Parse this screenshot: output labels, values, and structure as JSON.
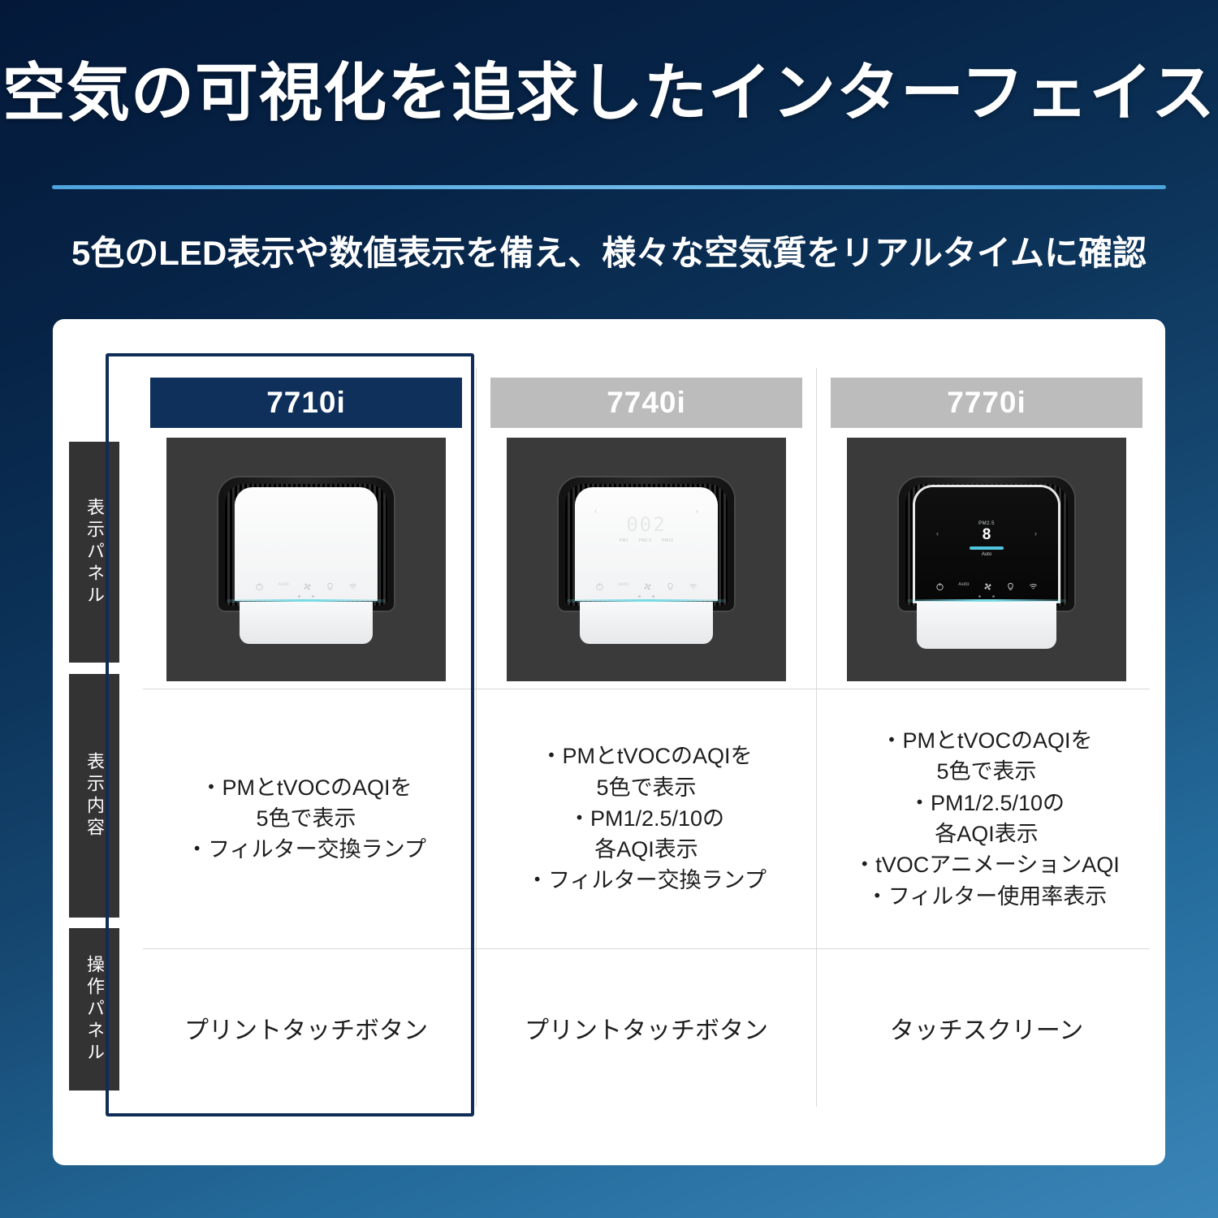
{
  "header": {
    "title": "空気の可視化を追求したインターフェイス",
    "subtitle": "5色のLED表示や数値表示を備え、様々な空気質をリアルタイムに確認"
  },
  "colors": {
    "background_top": "#04193a",
    "background_bottom": "#3a85b8",
    "accent_rule": "#4ea3dd",
    "highlight_navy": "#10305c",
    "muted_gray": "#bcbcbc",
    "row_tab": "#333333",
    "led_cyan": "#79dbe8"
  },
  "row_labels": [
    {
      "label": "表示パネル"
    },
    {
      "label": "表示内容"
    },
    {
      "label": "操作パネル"
    }
  ],
  "columns": [
    {
      "model": "7710i",
      "highlighted": true,
      "display_content": [
        "・PMとtVOCのAQIを",
        "5色で表示",
        "・フィルター交換ランプ"
      ],
      "operation_panel": "プリントタッチボタン",
      "panel": {
        "type": "print-touch-buttons",
        "screen": null,
        "touch_icons": [
          "power-icon",
          "Auto",
          "fan-icon",
          "night-light-icon",
          "wifi-icon"
        ]
      }
    },
    {
      "model": "7740i",
      "highlighted": false,
      "display_content": [
        "・PMとtVOCのAQIを",
        "5色で表示",
        "・PM1/2.5/10の",
        "各AQI表示",
        "・フィルター交換ランプ"
      ],
      "operation_panel": "プリントタッチボタン",
      "panel": {
        "type": "print-touch-buttons-with-readout",
        "screen": {
          "value": "002",
          "labels": [
            "PM1",
            "PM2.5",
            "PM10"
          ]
        },
        "touch_icons": [
          "power-icon",
          "Auto",
          "fan-icon",
          "night-light-icon",
          "wifi-icon"
        ]
      }
    },
    {
      "model": "7770i",
      "highlighted": false,
      "display_content": [
        "・PMとtVOCのAQIを",
        "5色で表示",
        "・PM1/2.5/10の",
        "各AQI表示",
        "・tVOCアニメーションAQI",
        "・フィルター使用率表示"
      ],
      "operation_panel": "タッチスクリーン",
      "panel": {
        "type": "touchscreen",
        "screen": {
          "caption": "PM2.5",
          "value": "8",
          "mode": "Auto"
        },
        "touch_icons": [
          "power-icon",
          "Auto",
          "fan-icon",
          "night-light-icon",
          "wifi-icon"
        ]
      }
    }
  ]
}
